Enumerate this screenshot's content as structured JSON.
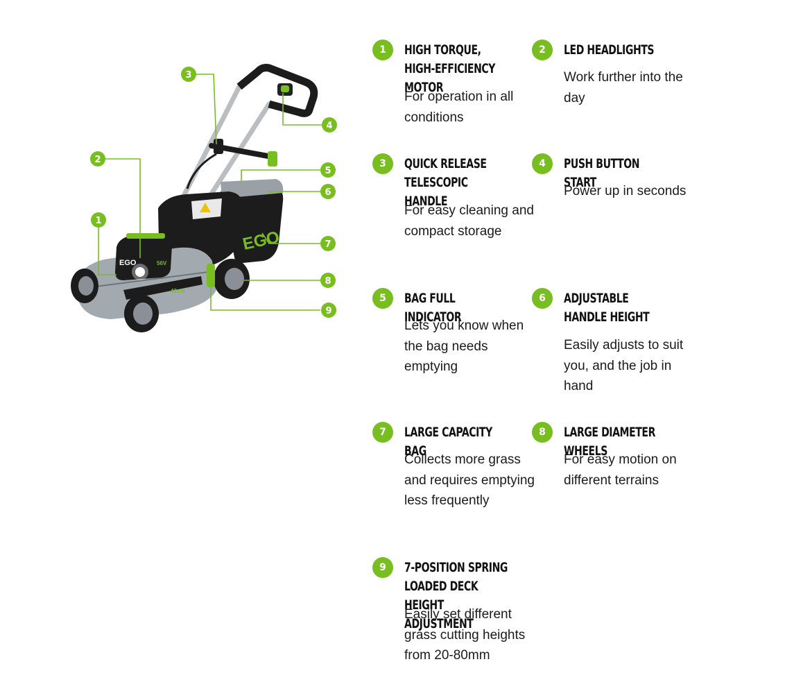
{
  "colors": {
    "accent": "#78be20",
    "text": "#1a1a1a",
    "mower_dark": "#1c1c1c",
    "mower_grey": "#9aa1a6"
  },
  "product": {
    "logo": "EGO",
    "battery_label": "56V",
    "deck_label": "42cm"
  },
  "features": [
    {
      "number": "1",
      "title": "HIGH TORQUE, HIGH-EFFICIENCY MOTOR",
      "description": "For operation in all conditions"
    },
    {
      "number": "2",
      "title": "LED HEADLIGHTS",
      "description": "Work further into the day"
    },
    {
      "number": "3",
      "title": "QUICK RELEASE TELESCOPIC HANDLE",
      "description": "For easy cleaning and compact storage"
    },
    {
      "number": "4",
      "title": "PUSH BUTTON START",
      "description": "Power up in seconds"
    },
    {
      "number": "5",
      "title": "BAG FULL INDICATOR",
      "description": "Lets you know when the bag needs emptying"
    },
    {
      "number": "6",
      "title": "ADJUSTABLE HANDLE HEIGHT",
      "description": "Easily adjusts to suit you, and the job in hand"
    },
    {
      "number": "7",
      "title": "LARGE CAPACITY BAG",
      "description": "Collects more grass and requires emptying less frequently"
    },
    {
      "number": "8",
      "title": "LARGE DIAMETER WHEELS",
      "description": "For easy motion on different terrains"
    },
    {
      "number": "9",
      "title": "7-POSITION SPRING LOADED DECK HEIGHT ADJUSTMENT",
      "description": "Easily set different grass cutting heights from 20-80mm"
    }
  ],
  "callouts": [
    "1",
    "2",
    "3",
    "4",
    "5",
    "6",
    "7",
    "8",
    "9"
  ]
}
